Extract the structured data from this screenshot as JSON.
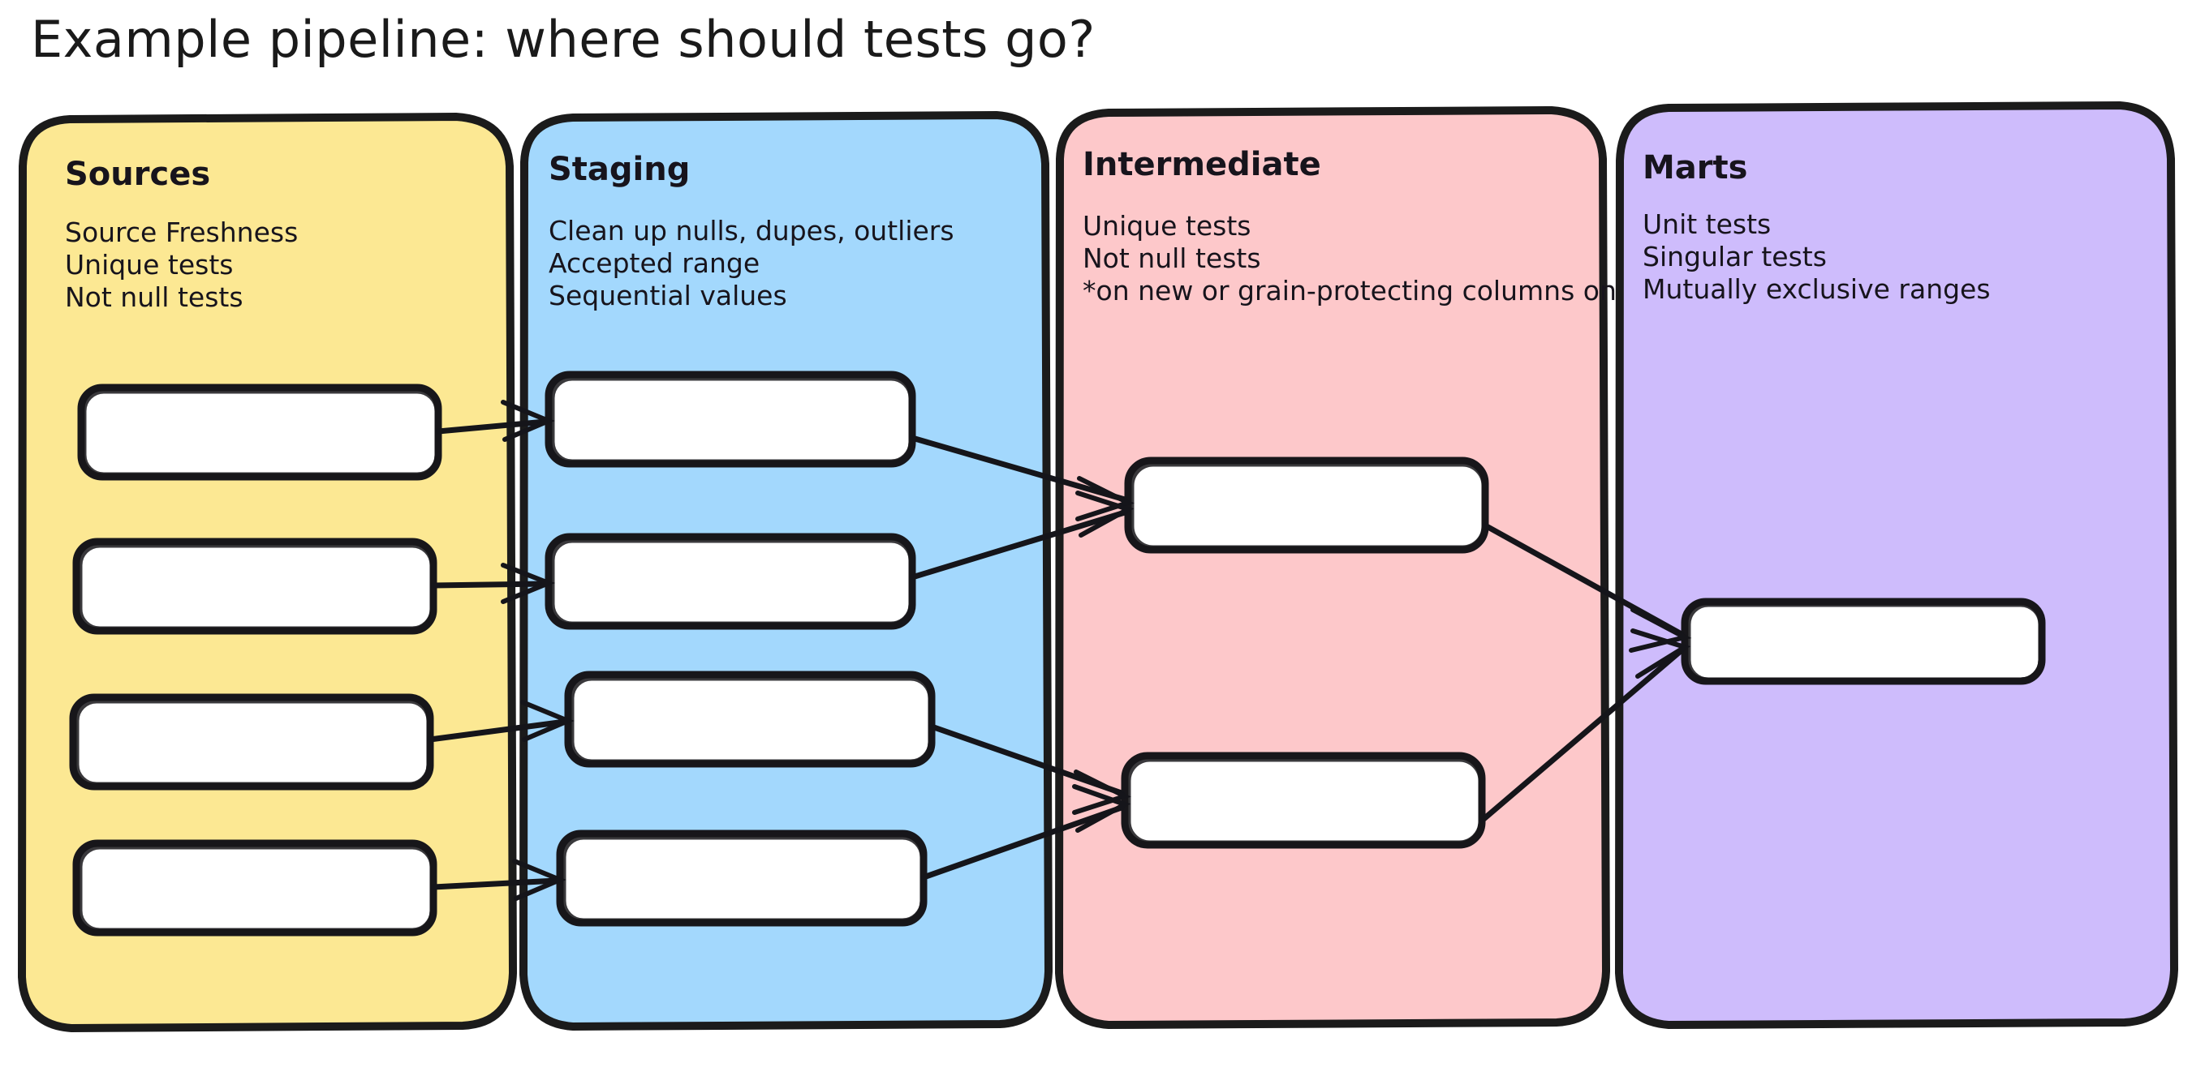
{
  "page": {
    "title": "Example pipeline: where should tests go?",
    "background": "#ffffff",
    "ink": "#17161a"
  },
  "lanes": [
    {
      "id": "sources",
      "title": "Sources",
      "color": "#fce893",
      "lines": [
        "Source Freshness",
        "Unique tests",
        "Not null tests"
      ],
      "nodes": [
        {
          "name": "source-node-1",
          "label": ""
        },
        {
          "name": "source-node-2",
          "label": ""
        },
        {
          "name": "source-node-3",
          "label": ""
        },
        {
          "name": "source-node-4",
          "label": ""
        }
      ]
    },
    {
      "id": "staging",
      "title": "Staging",
      "color": "#a3d8fd",
      "lines": [
        "Clean up nulls, dupes, outliers",
        "Accepted range",
        "Sequential values"
      ],
      "nodes": [
        {
          "name": "staging-node-1",
          "label": ""
        },
        {
          "name": "staging-node-2",
          "label": ""
        },
        {
          "name": "staging-node-3",
          "label": ""
        },
        {
          "name": "staging-node-4",
          "label": ""
        }
      ]
    },
    {
      "id": "intermediate",
      "title": "Intermediate",
      "color": "#fdc8ca",
      "lines": [
        "Unique tests",
        "Not null tests",
        "*on new or grain-protecting columns only"
      ],
      "nodes": [
        {
          "name": "intermediate-node-1",
          "label": ""
        },
        {
          "name": "intermediate-node-2",
          "label": ""
        }
      ]
    },
    {
      "id": "marts",
      "title": "Marts",
      "color": "#cebcfc",
      "lines": [
        "Unit tests",
        "Singular tests",
        "Mutually exclusive ranges"
      ],
      "nodes": [
        {
          "name": "marts-node-1",
          "label": ""
        }
      ]
    }
  ],
  "edges": [
    {
      "from": "source-node-1",
      "to": "staging-node-1"
    },
    {
      "from": "source-node-2",
      "to": "staging-node-2"
    },
    {
      "from": "source-node-3",
      "to": "staging-node-3"
    },
    {
      "from": "source-node-4",
      "to": "staging-node-4"
    },
    {
      "from": "staging-node-1",
      "to": "intermediate-node-1"
    },
    {
      "from": "staging-node-2",
      "to": "intermediate-node-1"
    },
    {
      "from": "staging-node-3",
      "to": "intermediate-node-2"
    },
    {
      "from": "staging-node-4",
      "to": "intermediate-node-2"
    },
    {
      "from": "intermediate-node-1",
      "to": "marts-node-1"
    },
    {
      "from": "intermediate-node-2",
      "to": "marts-node-1"
    }
  ]
}
